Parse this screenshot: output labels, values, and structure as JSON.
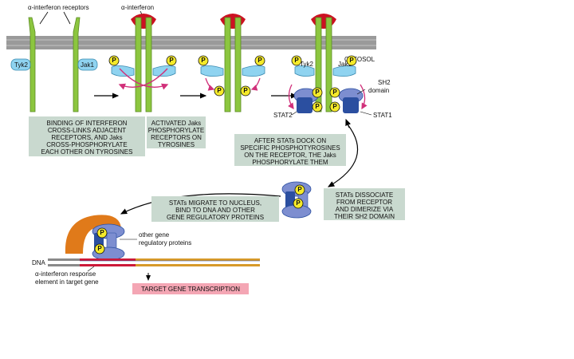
{
  "labels": {
    "ifn_receptors": "α-interferon receptors",
    "ifn": "α-interferon",
    "cytosol": "CYTOSOL",
    "tyk2": "Tyk2",
    "jak1": "Jak1",
    "tyk2_b": "Tyk2",
    "jak1_b": "Jak1",
    "sh2_line1": "SH2",
    "sh2_line2": "domain",
    "stat2": "STAT2",
    "stat1": "STAT1",
    "p": "P",
    "dna": "DNA",
    "other_gene_line1": "other gene",
    "other_gene_line2": "regulatory proteins",
    "response_line1": "α-interferon response",
    "response_line2": "element in target gene",
    "target": "TARGET GENE TRANSCRIPTION"
  },
  "captions": {
    "c1": [
      "BINDING OF INTERFERON",
      "CROSS-LINKS ADJACENT",
      "RECEPTORS, AND Jaks",
      "CROSS-PHOSPHORYLATE",
      "EACH OTHER ON TYROSINES"
    ],
    "c2": [
      "ACTIVATED Jaks",
      "PHOSPHORYLATE",
      "RECEPTORS ON",
      "TYROSINES"
    ],
    "c3": [
      "AFTER STATs DOCK ON",
      "SPECIFIC PHOSPHOTYROSINES",
      "ON THE RECEPTOR, THE Jaks",
      "PHOSPHORYLATE THEM"
    ],
    "c4": [
      "STATs DISSOCIATE",
      "FROM RECEPTOR",
      "AND DIMERIZE VIA",
      "THEIR SH2 DOMAIN"
    ],
    "c5": [
      "STATs MIGRATE TO NUCLEUS,",
      "BIND TO DNA AND OTHER",
      "GENE REGULATORY PROTEINS"
    ]
  },
  "colors": {
    "receptor": "#8cc63f",
    "receptor_edge": "#5a8a22",
    "membrane": "#9a9a9a",
    "interferon": "#cc1122",
    "jak": "#8fd3f0",
    "phospho": "#f5ea2a",
    "stat_dark": "#2b4fa0",
    "stat_light": "#7d8ed0",
    "caption_bg": "#c9d9cf",
    "target_bg": "#f4a6b4",
    "cross_arrow": "#d1307a",
    "orange_protein": "#e07a1a"
  }
}
